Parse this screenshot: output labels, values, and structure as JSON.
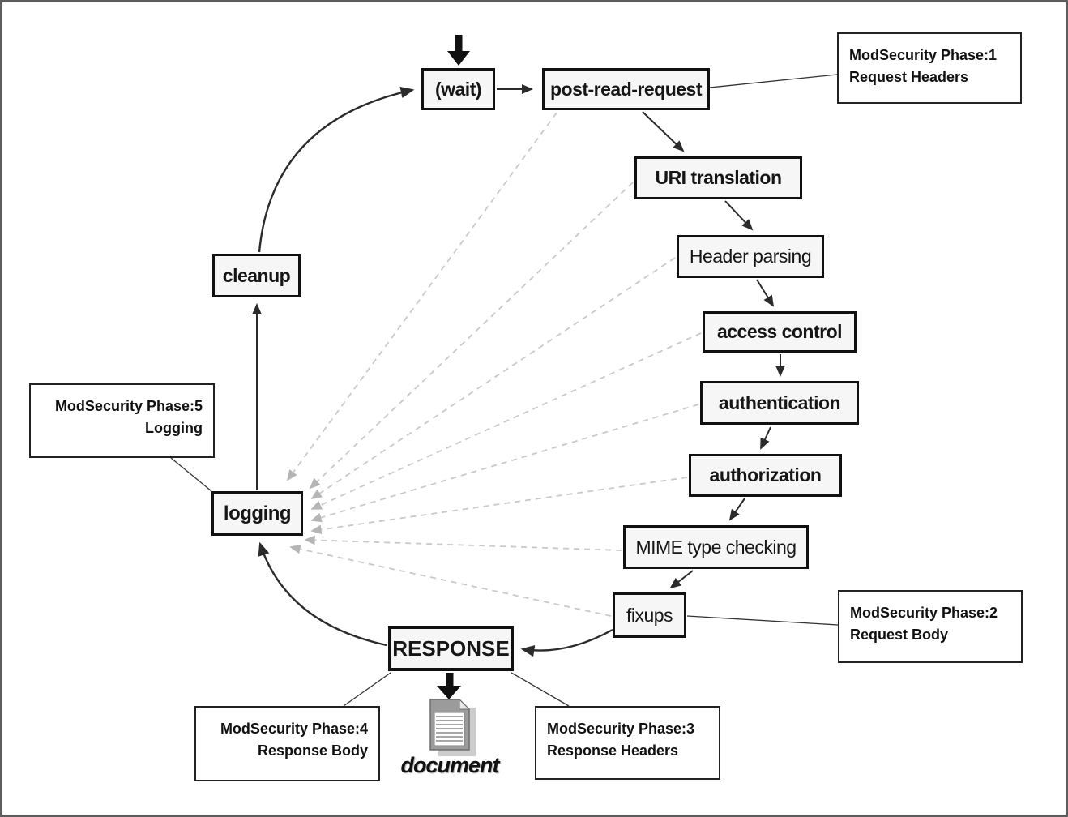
{
  "nodes": {
    "wait": "(wait)",
    "post_read_request": "post-read-request",
    "uri_translation": "URI translation",
    "header_parsing": "Header parsing",
    "access_control": "access control",
    "authentication": "authentication",
    "authorization": "authorization",
    "mime_type_checking": "MIME type checking",
    "fixups": "fixups",
    "response": "RESPONSE",
    "logging": "logging",
    "cleanup": "cleanup"
  },
  "callouts": {
    "phase1": "ModSecurity Phase:1\nRequest Headers",
    "phase2": "ModSecurity Phase:2\nRequest Body",
    "phase3": "ModSecurity Phase:3\nResponse Headers",
    "phase4": "ModSecurity Phase:4\nResponse Body",
    "phase5": "ModSecurity Phase:5\nLogging"
  },
  "document_label": "document",
  "colors": {
    "background": "#ffffff",
    "frame_border": "#5e5e5e",
    "node_fill": "#f6f6f6",
    "node_border": "#111111",
    "solid_arrow": "#2b2b2b",
    "dashed_arrow": "#c9c9c9",
    "callout_border": "#222222"
  }
}
